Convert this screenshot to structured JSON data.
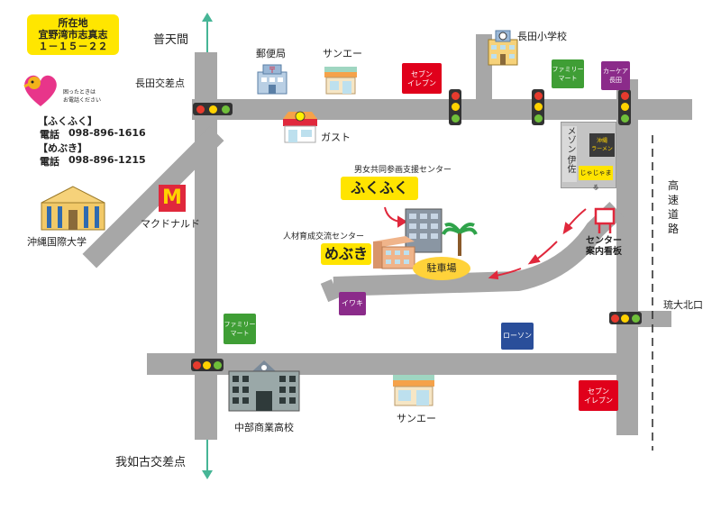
{
  "address": {
    "heading": "所在地",
    "city": "宜野湾市志真志",
    "number": "１－１５－２２"
  },
  "mascot_text": [
    "困ったときは",
    "お電話ください"
  ],
  "contacts": [
    {
      "name": "【ふくふく】",
      "label": "電話",
      "phone": "098-896-1616"
    },
    {
      "name": "【めぶき】",
      "label": "電話",
      "phone": "098-896-1215"
    }
  ],
  "places": {
    "futenma": "普天間",
    "nagata_intersection": "長田交差点",
    "post_office": "郵便局",
    "sanei_top": "サンエー",
    "nagata_school": "長田小学校",
    "seven_top": [
      "セブン",
      "イレブン"
    ],
    "famima_top": [
      "ファミリー",
      "マート"
    ],
    "car_care": [
      "カーケア",
      "長田"
    ],
    "gusto": "ガスト",
    "maison_iza": [
      "メゾン",
      "伊佐"
    ],
    "ramen": [
      "沖縄",
      "ラーメン"
    ],
    "jajamaru": "じゃじゃまる",
    "expressway": [
      "高",
      "速",
      "道",
      "路"
    ],
    "okinawa_univ": "沖縄国際大学",
    "mcdonalds": "マクドナルド",
    "mcd_logo": "M",
    "danjo_center": "男女共同参画支援センター",
    "fukufuku": "ふくふく",
    "jinzai_center": "人材育成交流センター",
    "mebuki": "めぶき",
    "parking": "駐車場",
    "center_sign": [
      "センター",
      "案内看板"
    ],
    "iwaki": "イワキ",
    "ryudai_north": "琉大北口",
    "famima_bottom": [
      "ファミリー",
      "マート"
    ],
    "lawson": "ローソン",
    "chubu_school": "中部商業高校",
    "sanei_bottom": "サンエー",
    "seven_bottom": [
      "セブン",
      "イレブン"
    ],
    "ganeko_intersection": "我如古交差点"
  },
  "colors": {
    "road": "#a7a7a7",
    "highlight": "#ffe400",
    "seven": "#e0001b",
    "famima": "#3f9e35",
    "lawson": "#2a4e9a",
    "iwaki": "#8b2b8a",
    "arrow_teal": "#46b596",
    "route_red": "#e0283c"
  }
}
